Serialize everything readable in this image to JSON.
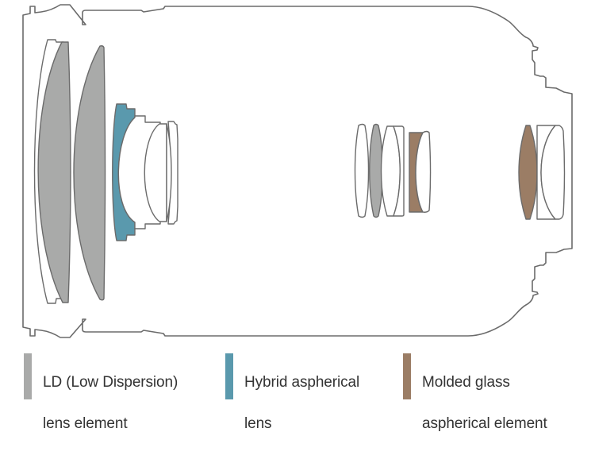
{
  "title": "Lens construction diagram",
  "colors": {
    "ld": "#a9aaa9",
    "hybrid": "#5a99ad",
    "molded": "#9b7d65",
    "outline": "#6b6b6b",
    "text": "#333333"
  },
  "legend": [
    {
      "key": "ld",
      "label": "LD (Low Dispersion)\nlens element",
      "line1": "LD (Low Dispersion)",
      "line2": "lens element",
      "color": "#a9aaa9"
    },
    {
      "key": "hybrid",
      "label": "Hybrid aspherical\nlens",
      "line1": "Hybrid aspherical",
      "line2": "lens",
      "color": "#5a99ad"
    },
    {
      "key": "molded",
      "label": "Molded glass\naspherical element",
      "line1": "Molded glass",
      "line2": "aspherical element",
      "color": "#9b7d65"
    }
  ],
  "elements": {
    "front_group": [
      "plain",
      "ld",
      "ld",
      "hybrid",
      "plain",
      "plain",
      "plain"
    ],
    "middle_group": [
      "plain",
      "ld",
      "plain",
      "plain",
      "molded",
      "plain"
    ],
    "rear_group": [
      "molded",
      "plain",
      "plain"
    ]
  }
}
